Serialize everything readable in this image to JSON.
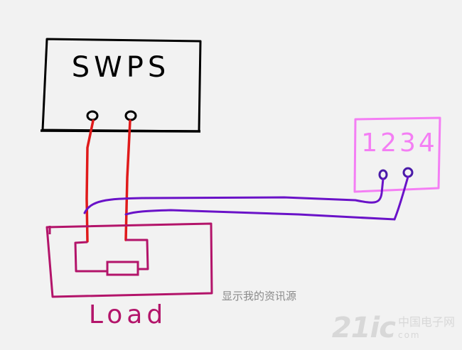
{
  "diagram": {
    "supply_label": "SWPS",
    "meter_label": "1234",
    "load_label": "Load",
    "colors": {
      "supply_box": "#000000",
      "meter_box": "#f47ef4",
      "load_box": "#b3146a",
      "power_wire": "#e01a1a",
      "sense_wire": "#6a12c8",
      "meter_terminals": "#4a1aa8"
    }
  },
  "caption": {
    "text": "显示我的资讯源"
  },
  "watermark": {
    "brand": "21ic",
    "cn": "中国电子网",
    "domain": "com"
  }
}
